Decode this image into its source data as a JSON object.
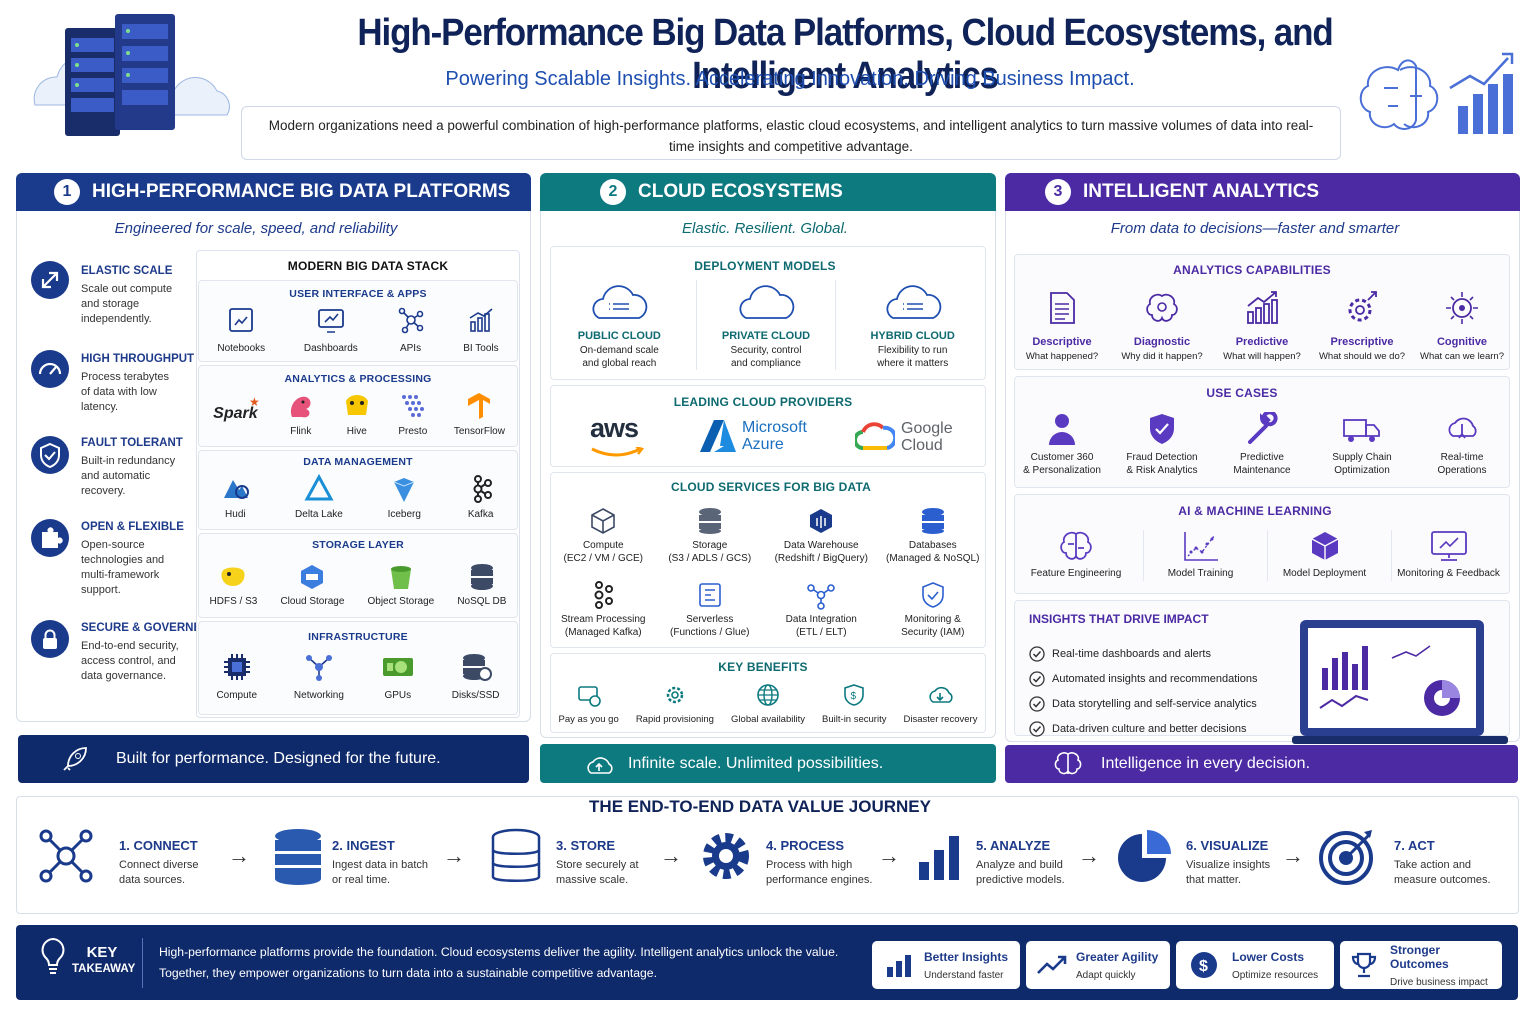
{
  "header": {
    "title": "High-Performance Big Data Platforms, Cloud Ecosystems, and Intelligent Analytics",
    "subtitle": "Powering Scalable Insights. Accelerating Innovation. Driving Business Impact.",
    "intro": "Modern organizations need a powerful combination of high-performance platforms, elastic cloud ecosystems, and intelligent analytics to turn massive volumes of data into real-time insights and competitive advantage."
  },
  "colors": {
    "navy": "#1a3a8c",
    "teal": "#0d7a80",
    "purple": "#4b2aa3",
    "dark": "#0f2a6b"
  },
  "col1": {
    "num": "1",
    "title": "HIGH-PERFORMANCE BIG DATA PLATFORMS",
    "tagline": "Engineered for scale, speed, and reliability",
    "features": [
      {
        "title": "ELASTIC SCALE",
        "desc": "Scale out compute and storage independently."
      },
      {
        "title": "HIGH THROUGHPUT",
        "desc": "Process terabytes of data with low latency."
      },
      {
        "title": "FAULT TOLERANT",
        "desc": "Built-in redundancy and automatic recovery."
      },
      {
        "title": "OPEN & FLEXIBLE",
        "desc": "Open-source technologies and multi-framework support."
      },
      {
        "title": "SECURE & GOVERNED",
        "desc": "End-to-end security, access control, and data governance."
      }
    ],
    "stack_title": "MODERN BIG DATA STACK",
    "layers": [
      {
        "title": "USER INTERFACE & APPS",
        "items": [
          "Notebooks",
          "Dashboards",
          "APIs",
          "BI Tools"
        ]
      },
      {
        "title": "ANALYTICS & PROCESSING",
        "items": [
          "Flink",
          "Hive",
          "Presto",
          "TensorFlow"
        ],
        "spark": "Spark"
      },
      {
        "title": "DATA MANAGEMENT",
        "items": [
          "Hudi",
          "Delta Lake",
          "Iceberg",
          "Kafka"
        ]
      },
      {
        "title": "STORAGE LAYER",
        "items": [
          "HDFS / S3",
          "Cloud Storage",
          "Object Storage",
          "NoSQL DB"
        ]
      },
      {
        "title": "INFRASTRUCTURE",
        "items": [
          "Compute",
          "Networking",
          "GPUs",
          "Disks/SSD"
        ]
      }
    ],
    "banner": "Built for performance. Designed for the future."
  },
  "col2": {
    "num": "2",
    "title": "CLOUD ECOSYSTEMS",
    "tagline": "Elastic. Resilient. Global.",
    "deploy_title": "DEPLOYMENT MODELS",
    "deploy": [
      {
        "title": "PUBLIC CLOUD",
        "desc": "On-demand scale and global reach"
      },
      {
        "title": "PRIVATE CLOUD",
        "desc": "Security, control and compliance"
      },
      {
        "title": "HYBRID CLOUD",
        "desc": "Flexibility to run where it matters"
      }
    ],
    "providers_title": "LEADING CLOUD PROVIDERS",
    "providers": {
      "aws": "aws",
      "azure1": "Microsoft",
      "azure2": "Azure",
      "google1": "Google",
      "google2": "Cloud"
    },
    "services_title": "CLOUD SERVICES FOR BIG DATA",
    "services": [
      {
        "title": "Compute",
        "desc": "(EC2 / VM / GCE)"
      },
      {
        "title": "Storage",
        "desc": "(S3 / ADLS / GCS)"
      },
      {
        "title": "Data Warehouse",
        "desc": "(Redshift / BigQuery)"
      },
      {
        "title": "Databases",
        "desc": "(Managed & NoSQL)"
      },
      {
        "title": "Stream Processing",
        "desc": "(Managed Kafka)"
      },
      {
        "title": "Serverless",
        "desc": "(Functions / Glue)"
      },
      {
        "title": "Data Integration",
        "desc": "(ETL / ELT)"
      },
      {
        "title": "Monitoring &",
        "desc": "Security (IAM)"
      }
    ],
    "benefits_title": "KEY BENEFITS",
    "benefits": [
      "Pay as you go",
      "Rapid provisioning",
      "Global availability",
      "Built-in security",
      "Disaster recovery"
    ],
    "banner": "Infinite scale. Unlimited possibilities."
  },
  "col3": {
    "num": "3",
    "title": "INTELLIGENT ANALYTICS",
    "tagline": "From data to decisions—faster and smarter",
    "cap_title": "ANALYTICS CAPABILITIES",
    "caps": [
      {
        "title": "Descriptive",
        "desc": "What happened?"
      },
      {
        "title": "Diagnostic",
        "desc": "Why did it happen?"
      },
      {
        "title": "Predictive",
        "desc": "What will happen?"
      },
      {
        "title": "Prescriptive",
        "desc": "What should we do?"
      },
      {
        "title": "Cognitive",
        "desc": "What can we learn?"
      }
    ],
    "uses_title": "USE CASES",
    "uses": [
      {
        "l1": "Customer 360",
        "l2": "& Personalization"
      },
      {
        "l1": "Fraud Detection",
        "l2": "& Risk Analytics"
      },
      {
        "l1": "Predictive",
        "l2": "Maintenance"
      },
      {
        "l1": "Supply Chain",
        "l2": "Optimization"
      },
      {
        "l1": "Real-time",
        "l2": "Operations"
      }
    ],
    "ml_title": "AI & MACHINE LEARNING",
    "ml": [
      "Feature Engineering",
      "Model Training",
      "Model Deployment",
      "Monitoring & Feedback"
    ],
    "insights_title": "INSIGHTS THAT DRIVE IMPACT",
    "insights": [
      "Real-time dashboards and alerts",
      "Automated insights and recommendations",
      "Data storytelling and self-service analytics",
      "Data-driven culture and better decisions"
    ],
    "banner": "Intelligence in every decision."
  },
  "journey": {
    "title": "THE END-TO-END DATA VALUE JOURNEY",
    "steps": [
      {
        "title": "1. CONNECT",
        "l1": "Connect diverse",
        "l2": "data sources."
      },
      {
        "title": "2. INGEST",
        "l1": "Ingest data in batch",
        "l2": "or real time."
      },
      {
        "title": "3. STORE",
        "l1": "Store securely at",
        "l2": "massive scale."
      },
      {
        "title": "4. PROCESS",
        "l1": "Process with high",
        "l2": "performance engines."
      },
      {
        "title": "5. ANALYZE",
        "l1": "Analyze and build",
        "l2": "predictive models."
      },
      {
        "title": "6. VISUALIZE",
        "l1": "Visualize insights",
        "l2": "that matter."
      },
      {
        "title": "7. ACT",
        "l1": "Take action and",
        "l2": "measure outcomes."
      }
    ]
  },
  "takeaway": {
    "l1": "KEY",
    "l2": "TAKEAWAY",
    "text1": "High-performance platforms provide the foundation. Cloud ecosystems deliver the agility. Intelligent analytics unlock the value.",
    "text2": "Together, they empower organizations to turn data into a sustainable competitive advantage.",
    "pills": [
      {
        "title": "Better Insights",
        "desc": "Understand faster"
      },
      {
        "title": "Greater Agility",
        "desc": "Adapt quickly"
      },
      {
        "title": "Lower Costs",
        "desc": "Optimize resources"
      },
      {
        "title": "Stronger Outcomes",
        "desc": "Drive business impact"
      }
    ]
  }
}
